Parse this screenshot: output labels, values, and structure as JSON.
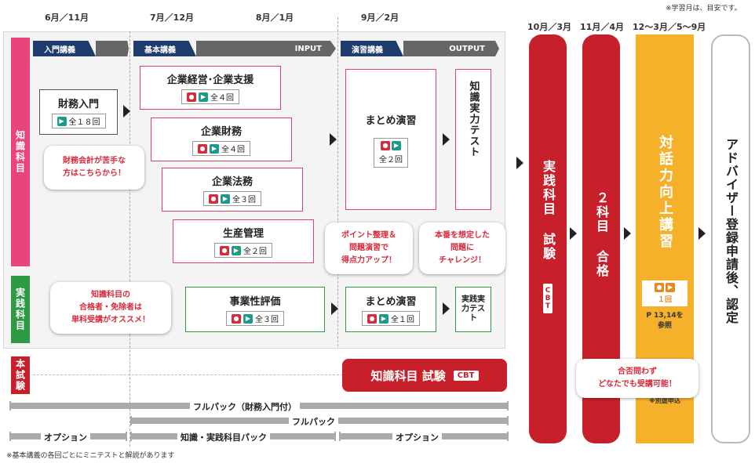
{
  "top_note": "※学習月は、目安です。",
  "months": {
    "m1": "6月／11月",
    "m2": "7月／12月",
    "m3": "8月／1月",
    "m4": "9月／2月",
    "m5": "10月／3月",
    "m6": "11月／4月",
    "m7": "12〜3月／5〜9月"
  },
  "sidebar": {
    "knowledge": "知識科目",
    "practice": "実践科目",
    "exam": "本試験"
  },
  "banners": {
    "intro": "入門講義",
    "basic": "基本講義",
    "input": "INPUT",
    "practice": "演習講義",
    "output": "OUTPUT"
  },
  "courses": {
    "zaimu_nyumon": {
      "title": "財務入門",
      "count": "全１８回"
    },
    "kigyo_keiei": {
      "title": "企業経営･企業支援",
      "count": "全４回"
    },
    "kigyo_zaimu": {
      "title": "企業財務",
      "count": "全４回"
    },
    "kigyo_homu": {
      "title": "企業法務",
      "count": "全３回"
    },
    "seisan_kanri": {
      "title": "生産管理",
      "count": "全２回"
    },
    "matome1": {
      "title": "まとめ演習",
      "count": "全２回"
    },
    "chishiki_test": {
      "title": "知識実力テスト"
    },
    "jigyo_hyoka": {
      "title": "事業性評価",
      "count": "全３回"
    },
    "matome2": {
      "title": "まとめ演習",
      "count": "全１回"
    },
    "jissen_test": {
      "title": "実践実力テスト"
    }
  },
  "callouts": {
    "zaimu": "財務会計が苦手な\n方はこちらから！",
    "point": "ポイント整理＆\n問題演習で\n得点力アップ！",
    "honban": "本番を想定した\n問題に\nチャレンジ！",
    "gokaku": "知識科目の\n合格者・免除者は\n単科受講がオススメ！",
    "anyone": "合否問わず\nどなたでも受講可能！"
  },
  "exam_bar": {
    "label": "知識科目 試験",
    "badge": "CBT"
  },
  "columns": {
    "jissen_exam": {
      "label": "実践科目 試験",
      "badge": "CBT"
    },
    "pass": {
      "label": "２科目 合格"
    },
    "taiwa": {
      "label": "対話力向上講習",
      "count": "１回",
      "ref": "P 13,14を\n参照",
      "note": "※別途申込"
    },
    "register": {
      "label": "アドバイザー登録申請後、認定"
    }
  },
  "bars": {
    "full_zaimu": "フルパック（財務入門付）",
    "full": "フルパック",
    "option1": "オプション",
    "pack": "知識・実践科目パック",
    "option2": "オプション"
  },
  "footnote": "※基本講義の各回ごとにミニテストと解説があります",
  "colors": {
    "pink": "#e8457a",
    "green": "#2e9a44",
    "red": "#c8202a",
    "orange": "#f5b12a",
    "navy": "#1f3c6e"
  }
}
